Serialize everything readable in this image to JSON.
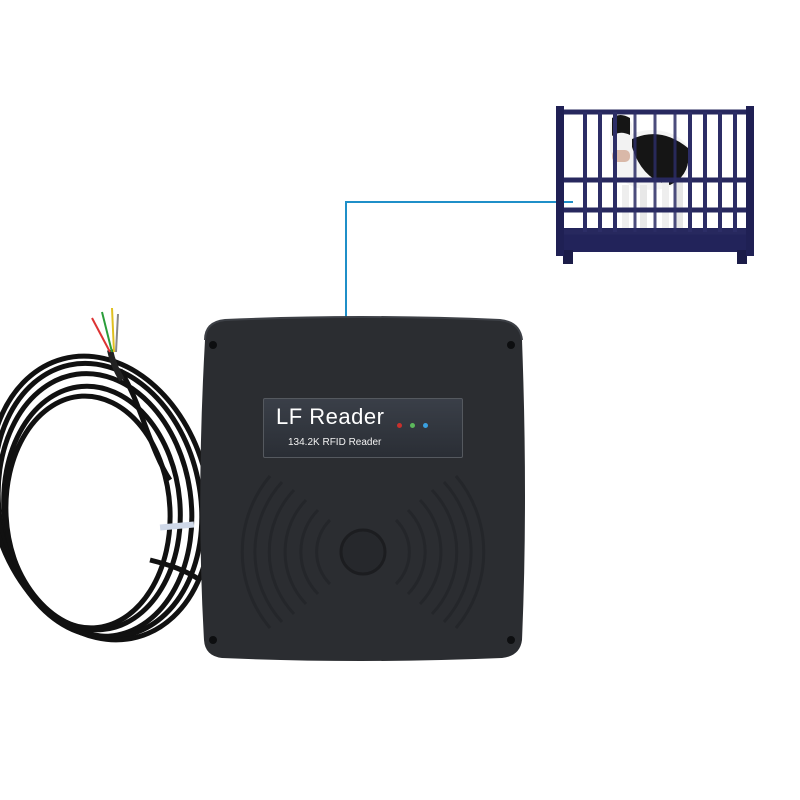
{
  "device": {
    "title": "LF Reader",
    "subtitle": "134.2K RFID Reader",
    "leds": [
      {
        "name": "red",
        "color": "#c9302c"
      },
      {
        "name": "green",
        "color": "#5cb85c"
      },
      {
        "name": "blue",
        "color": "#3aa0e0"
      }
    ]
  },
  "colors": {
    "reader_body": "#2b2d31",
    "connector_line": "#1f8fc8",
    "cage_frame": "#27285e",
    "cable": "#111111"
  }
}
